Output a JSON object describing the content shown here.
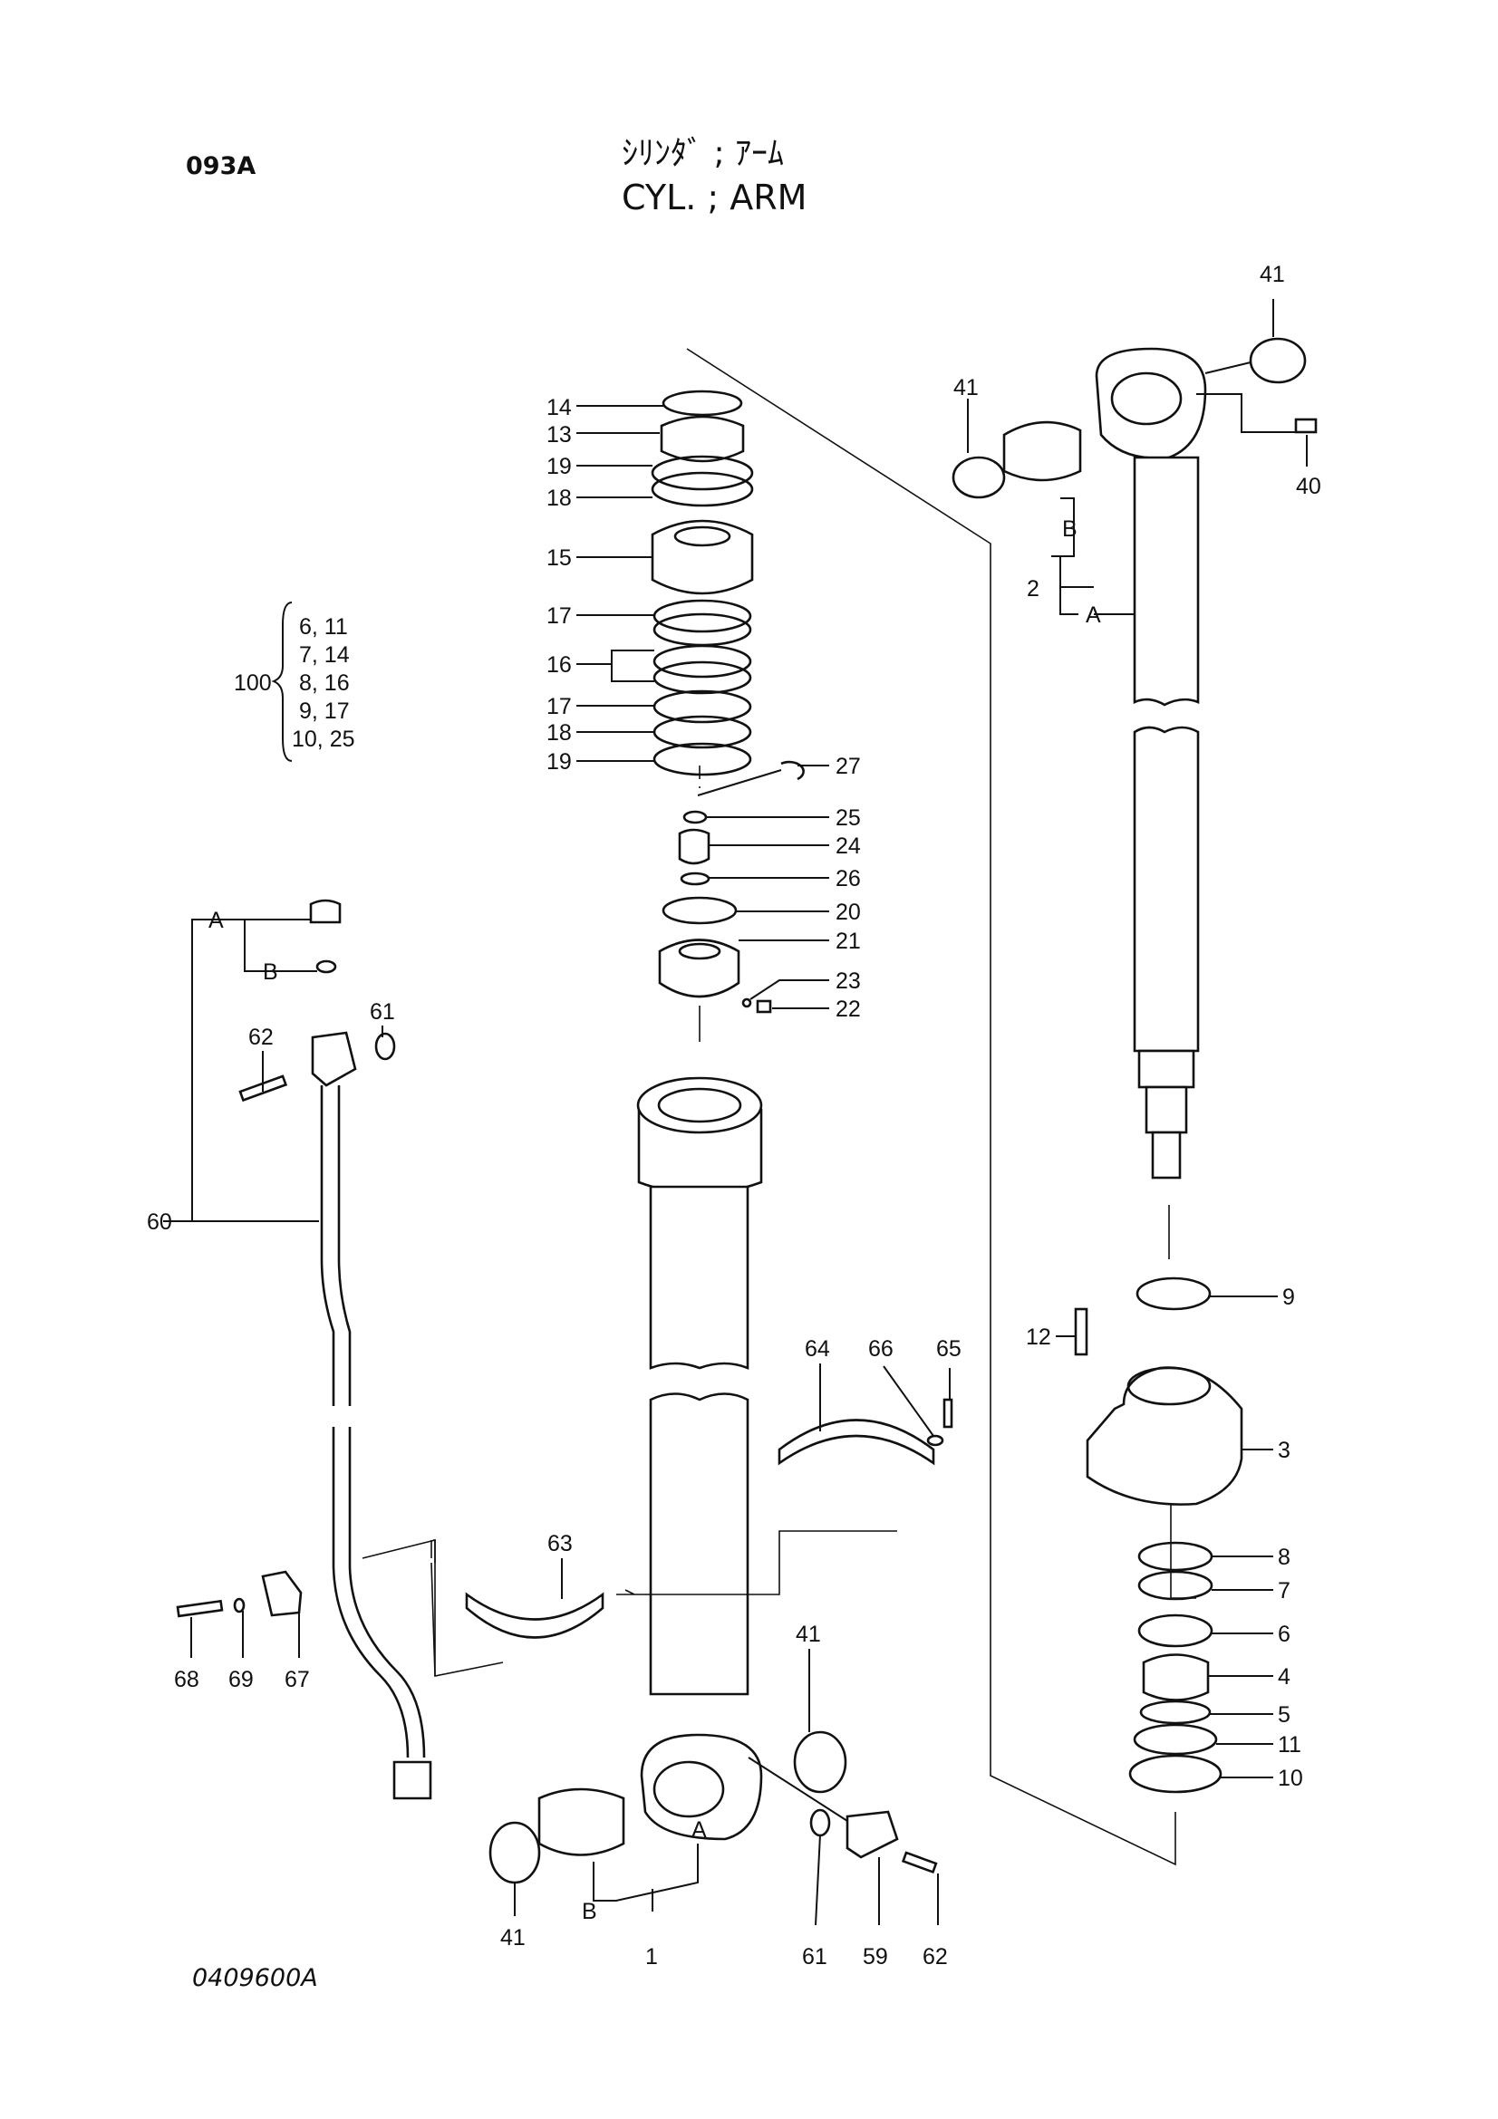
{
  "header": {
    "page_code": "093A",
    "title_ja": "ｼﾘﾝﾀﾞ ; ｱｰﾑ",
    "title_en": "CYL. ; ARM"
  },
  "footer": {
    "drawing_code": "0409600A"
  },
  "kit": {
    "number": "100",
    "items": [
      "6, 11",
      "7, 14",
      "8, 16",
      "9, 17",
      "10, 25"
    ]
  },
  "callouts": {
    "p14": "14",
    "p13": "13",
    "p19a": "19",
    "p18a": "18",
    "p15": "15",
    "p17a": "17",
    "p16": "16",
    "p17b": "17",
    "p18b": "18",
    "p19b": "19",
    "p27": "27",
    "p25": "25",
    "p24": "24",
    "p26": "26",
    "p20": "20",
    "p21": "21",
    "p23": "23",
    "p22": "22",
    "p41_top": "41",
    "p41_left": "41",
    "p40": "40",
    "p2": "2",
    "p2_A": "A",
    "p2_B": "B",
    "p9": "9",
    "p12": "12",
    "p3": "3",
    "p8": "8",
    "p7": "7",
    "p6": "6",
    "p4": "4",
    "p5": "5",
    "p11": "11",
    "p10": "10",
    "p60": "60",
    "p60_A": "A",
    "p60_B": "B",
    "p62_top": "62",
    "p61_top": "61",
    "p64": "64",
    "p66": "66",
    "p65": "65",
    "p63": "63",
    "p68": "68",
    "p69": "69",
    "p67": "67",
    "p41_bottom": "41",
    "p41_bottom_left": "41",
    "p1": "1",
    "p1_A": "A",
    "p1_B": "B",
    "p61_bottom": "61",
    "p59": "59",
    "p62_bottom": "62"
  }
}
